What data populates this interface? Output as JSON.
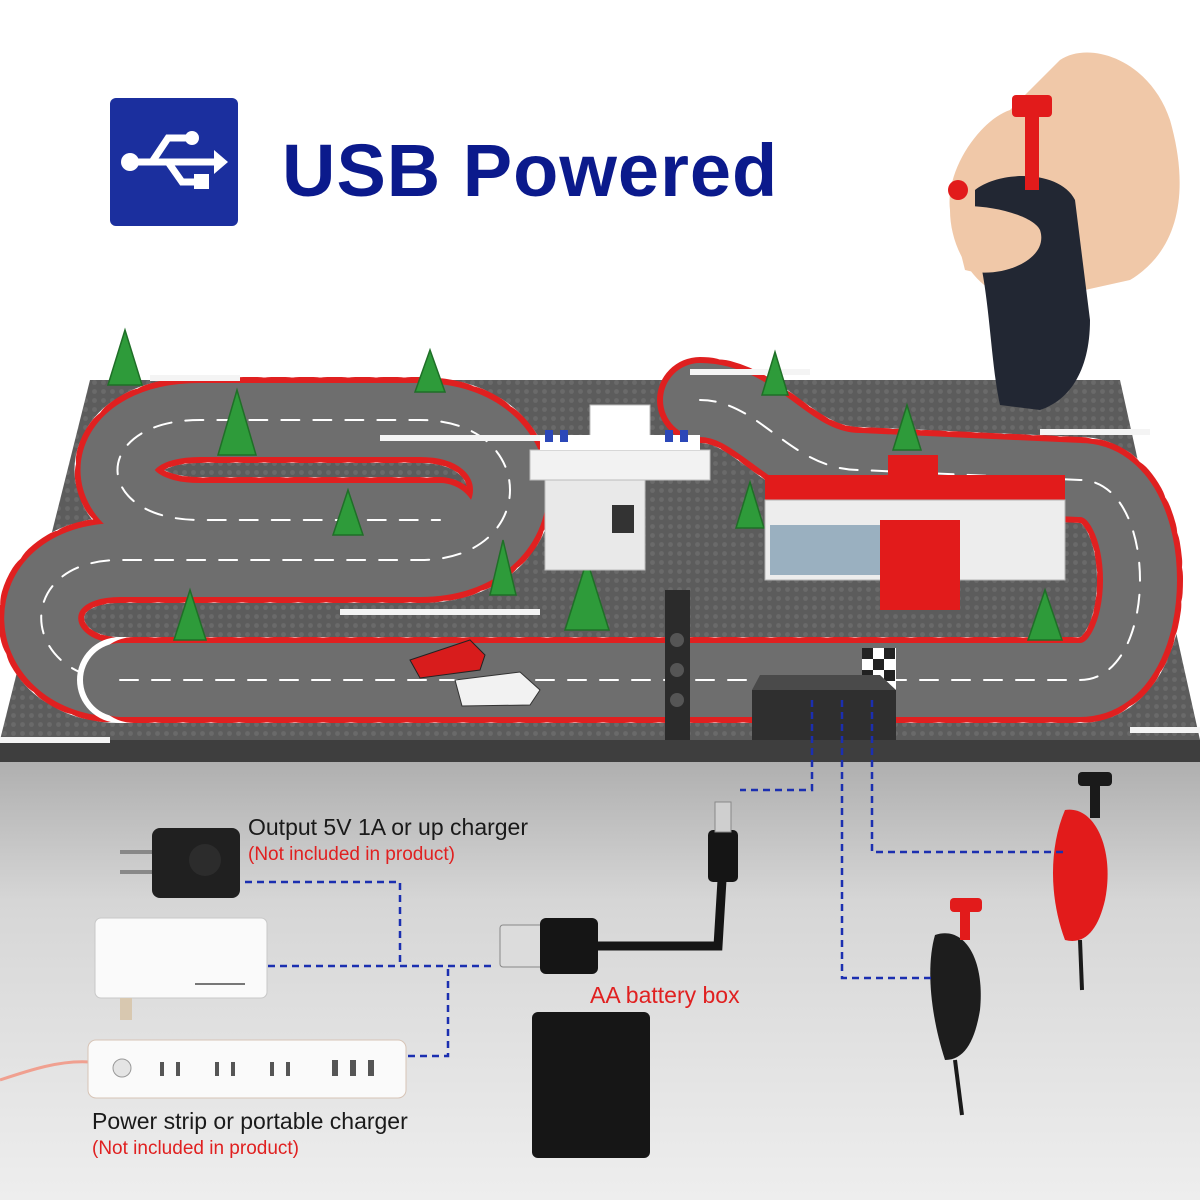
{
  "headline": {
    "title": "USB Powered",
    "icon": "usb-icon"
  },
  "labels": {
    "charger_title": "Output 5V 1A or up charger",
    "charger_note": "(Not included in product)",
    "battery_box": "AA battery box",
    "strip_title": "Power strip or portable charger",
    "strip_note": "(Not included in product)"
  },
  "colors": {
    "headline_blue": "#0b1a8c",
    "badge_blue": "#1b2f9e",
    "note_red": "#e02020",
    "track_gray": "#6b6b6b",
    "controller_red": "#e21b1b"
  }
}
